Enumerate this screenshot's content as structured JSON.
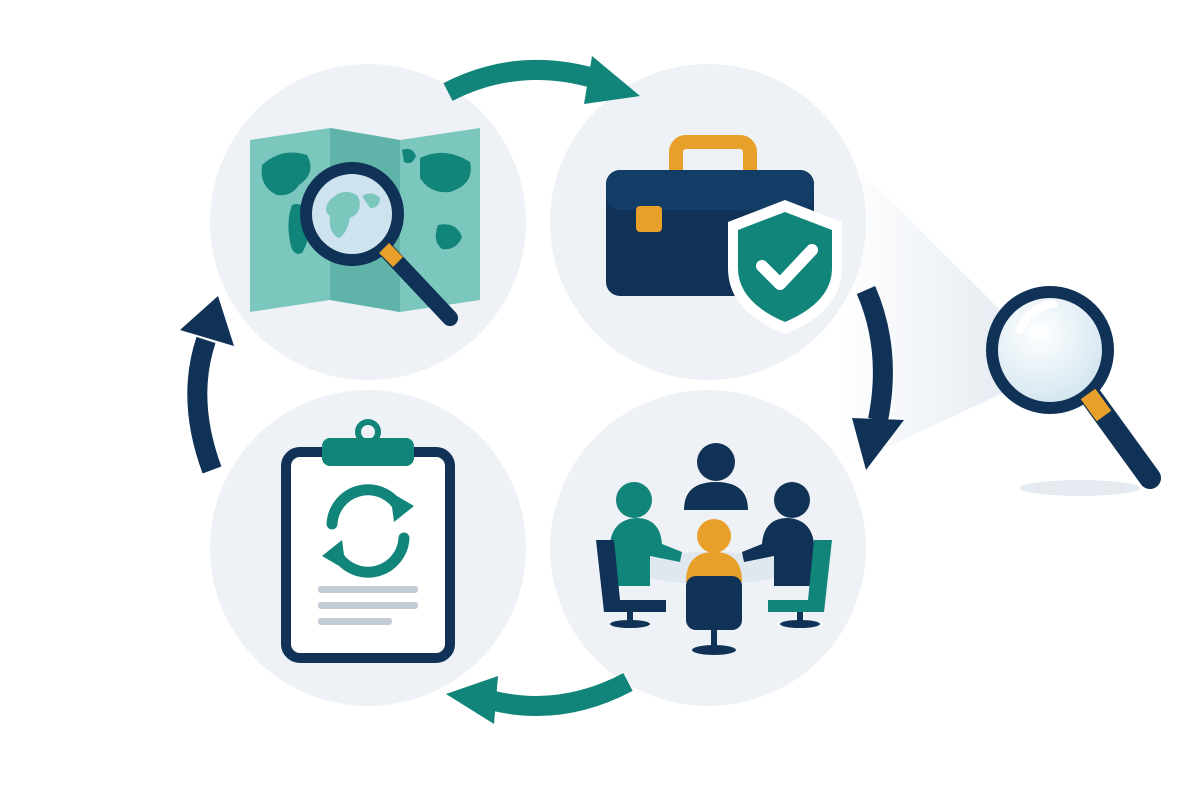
{
  "diagram": {
    "type": "cycle",
    "stages": [
      {
        "id": "explore",
        "icon": "world-map-magnifier-icon"
      },
      {
        "id": "protect",
        "icon": "briefcase-shield-icon"
      },
      {
        "id": "collaborate",
        "icon": "team-meeting-icon"
      },
      {
        "id": "update",
        "icon": "clipboard-refresh-icon"
      }
    ],
    "arrows": [
      {
        "from": "explore",
        "to": "protect",
        "color": "#11857a"
      },
      {
        "from": "protect",
        "to": "collaborate",
        "color": "#0f3256"
      },
      {
        "from": "collaborate",
        "to": "update",
        "color": "#11857a"
      },
      {
        "from": "update",
        "to": "explore",
        "color": "#0f3256"
      }
    ],
    "focus_icon": "magnifying-glass-icon"
  },
  "colors": {
    "navy": "#0f3256",
    "teal": "#11857a",
    "light_teal": "#7cc7bd",
    "orange": "#e9a02a",
    "circle_bg": "#eef1f5"
  }
}
